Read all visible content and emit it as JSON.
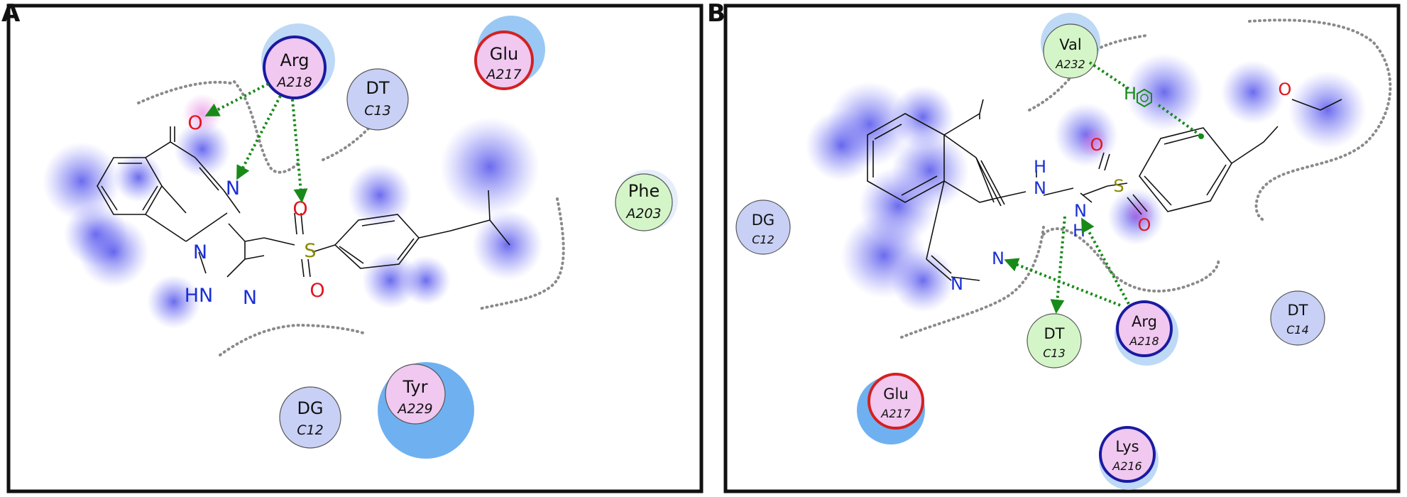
{
  "panels": [
    {
      "letter": "A",
      "residues": [
        {
          "name": "Arg",
          "num": "A218"
        },
        {
          "name": "Glu",
          "num": "A217"
        },
        {
          "name": "DT",
          "num": "C13"
        },
        {
          "name": "Phe",
          "num": "A203"
        },
        {
          "name": "Tyr",
          "num": "A229"
        },
        {
          "name": "DG",
          "num": "C12"
        }
      ],
      "atoms": {
        "O1": "O",
        "N1": "N",
        "N2": "N",
        "HN": "HN",
        "N3": "N",
        "S": "S",
        "O2": "O",
        "O3": "O"
      }
    },
    {
      "letter": "B",
      "residues": [
        {
          "name": "Val",
          "num": "A232"
        },
        {
          "name": "DG",
          "num": "C12"
        },
        {
          "name": "DT",
          "num": "C13"
        },
        {
          "name": "Arg",
          "num": "A218"
        },
        {
          "name": "DT",
          "num": "C14"
        },
        {
          "name": "Glu",
          "num": "A217"
        },
        {
          "name": "Lys",
          "num": "A216"
        }
      ],
      "atoms": {
        "N1": "N",
        "N2": "N",
        "NH1_H": "H",
        "NH1_N": "N",
        "NH2_N": "N",
        "NH2_H": "H",
        "S": "S",
        "O1": "O",
        "O2": "O",
        "O3": "O",
        "H": "H"
      }
    }
  ],
  "colors": {
    "hbond": "#188a18",
    "pocket": "#8a8a8a",
    "polar_fill": "#f0c8f0",
    "polar_ring_red": "#d42020",
    "polar_ring_blue": "#1a1aa0",
    "hydrophobic_fill": "#d4f5c8",
    "nucleic_fill": "#c8d0f5",
    "solvent_halo": "#6fb1f0",
    "ligand_exposure": "#3a3ae8"
  }
}
